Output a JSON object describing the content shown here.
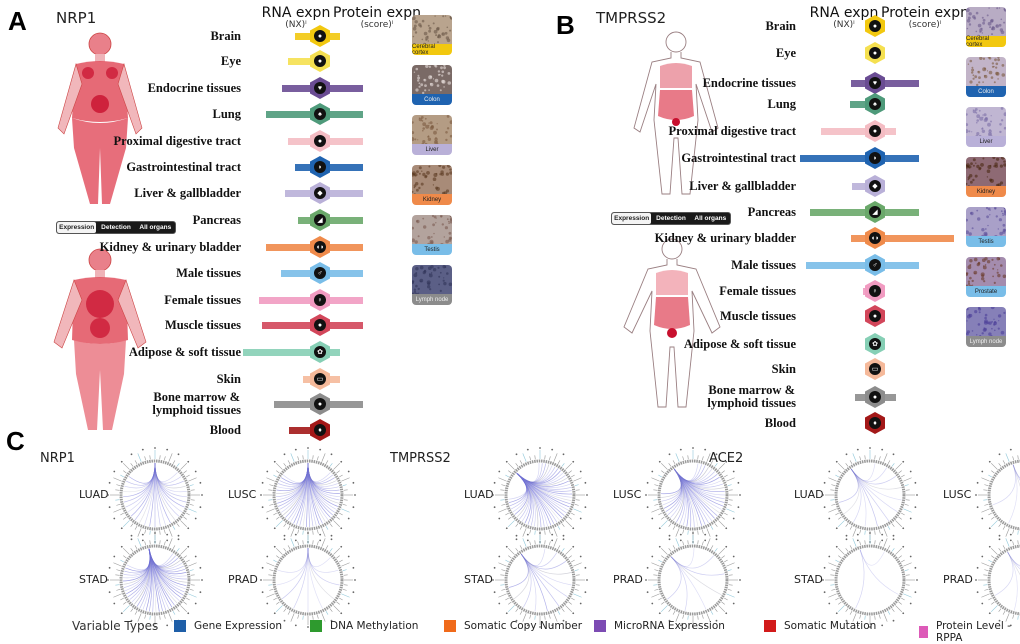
{
  "panels": {
    "A": {
      "letter": "A",
      "gene": "NRP1",
      "rna_header": "RNA expn",
      "rna_sub": "(NX)ⁱ",
      "protein_header": "Protein expn",
      "protein_sub": "(score)ⁱ",
      "toggle": [
        "Expression",
        "Detection",
        "All organs"
      ],
      "toggle_active": 0,
      "tissues": [
        {
          "label": "Brain",
          "color": "#f2c80f",
          "rna": 0.46,
          "protein": 0.47,
          "icon": "brain-icon",
          "glyph": "●"
        },
        {
          "label": "Eye",
          "color": "#f5e050",
          "rna": 0.59,
          "protein": 0,
          "icon": "eye-icon",
          "glyph": "●"
        },
        {
          "label": "Endocrine tissues",
          "color": "#6a4c93",
          "rna": 0.7,
          "protein": 1.0,
          "icon": "thyroid-icon",
          "glyph": "♥"
        },
        {
          "label": "Lung",
          "color": "#4e9a7a",
          "rna": 1.0,
          "protein": 1.0,
          "icon": "lung-icon",
          "glyph": "♠"
        },
        {
          "label": "Proximal digestive tract",
          "color": "#f4bcc3",
          "rna": 0.59,
          "protein": 1.0,
          "icon": "mouth-icon",
          "glyph": "●"
        },
        {
          "label": "Gastrointestinal tract",
          "color": "#1f63b0",
          "rna": 0.46,
          "protein": 1.0,
          "icon": "stomach-icon",
          "glyph": "◗"
        },
        {
          "label": "Liver & gallbladder",
          "color": "#b9b0d8",
          "rna": 0.65,
          "protein": 1.0,
          "icon": "liver-icon",
          "glyph": "◆"
        },
        {
          "label": "Pancreas",
          "color": "#6aa86a",
          "rna": 0.41,
          "protein": 1.0,
          "icon": "pancreas-icon",
          "glyph": "◢"
        },
        {
          "label": "Kidney & urinary bladder",
          "color": "#ef8a4a",
          "rna": 1.0,
          "protein": 1.0,
          "icon": "kidney-icon",
          "glyph": "◖◗"
        },
        {
          "label": "Male tissues",
          "color": "#79bde8",
          "rna": 0.72,
          "protein": 1.0,
          "icon": "male-icon",
          "glyph": "♂"
        },
        {
          "label": "Female tissues",
          "color": "#f19bc1",
          "rna": 1.13,
          "protein": 1.0,
          "icon": "female-icon",
          "glyph": "♀"
        },
        {
          "label": "Muscle tissues",
          "color": "#d2465a",
          "rna": 1.07,
          "protein": 1.0,
          "icon": "muscle-icon",
          "glyph": "●"
        },
        {
          "label": "Adipose & soft tissue",
          "color": "#86cfb5",
          "rna": 1.43,
          "protein": 0.47,
          "icon": "adipose-icon",
          "glyph": "✿"
        },
        {
          "label": "Skin",
          "color": "#f5b99a",
          "rna": 0.31,
          "protein": 0.47,
          "icon": "skin-icon",
          "glyph": "▭"
        },
        {
          "label": "Bone marrow & lymphoid tissues",
          "color": "#8c8c8c",
          "rna": 0.85,
          "protein": 1.0,
          "icon": "bone-marrow-icon",
          "glyph": "●"
        },
        {
          "label": "Blood",
          "color": "#a31818",
          "rna": 0.57,
          "protein": 0,
          "icon": "blood-icon",
          "glyph": "♦"
        }
      ],
      "thumbnails": [
        {
          "caption": "Cerebral cortex",
          "color": "#f2c80f"
        },
        {
          "caption": "Colon",
          "color": "#1f63b0"
        },
        {
          "caption": "Liver",
          "color": "#b9b0d8"
        },
        {
          "caption": "Kidney",
          "color": "#ef8a4a"
        },
        {
          "caption": "Testis",
          "color": "#79bde8"
        },
        {
          "caption": "Lymph node",
          "color": "#8c8c8c"
        }
      ]
    },
    "B": {
      "letter": "B",
      "gene": "TMPRSS2",
      "rna_header": "RNA expn",
      "rna_sub": "(NX)ⁱ",
      "protein_header": "Protein expn",
      "protein_sub": "(score)ⁱ",
      "toggle": [
        "Expression",
        "Detection",
        "All organs"
      ],
      "toggle_active": 0,
      "tissues": [
        {
          "label": "Brain",
          "color": "#f2c80f",
          "rna": 0,
          "protein": 0,
          "icon": "brain-icon",
          "glyph": "●"
        },
        {
          "label": "Eye",
          "color": "#f5e050",
          "rna": 0,
          "protein": 0,
          "icon": "eye-icon",
          "glyph": "●"
        },
        {
          "label": "Endocrine tissues",
          "color": "#6a4c93",
          "rna": 0.32,
          "protein": 1.0,
          "icon": "thyroid-icon",
          "glyph": "♥"
        },
        {
          "label": "Lung",
          "color": "#4e9a7a",
          "rna": 0.33,
          "protein": 0,
          "icon": "lung-icon",
          "glyph": "♠"
        },
        {
          "label": "Proximal digestive tract",
          "color": "#f4bcc3",
          "rna": 0.72,
          "protein": 0.48,
          "icon": "mouth-icon",
          "glyph": "●"
        },
        {
          "label": "Gastrointestinal tract",
          "color": "#1f63b0",
          "rna": 1.0,
          "protein": 1.0,
          "icon": "stomach-icon",
          "glyph": "◗"
        },
        {
          "label": "Liver & gallbladder",
          "color": "#b9b0d8",
          "rna": 0.31,
          "protein": 0,
          "icon": "liver-icon",
          "glyph": "◆"
        },
        {
          "label": "Pancreas",
          "color": "#6aa86a",
          "rna": 0.87,
          "protein": 1.0,
          "icon": "pancreas-icon",
          "glyph": "◢"
        },
        {
          "label": "Kidney & urinary bladder",
          "color": "#ef8a4a",
          "rna": 0.32,
          "protein": 1.8,
          "icon": "kidney-icon",
          "glyph": "◖◗"
        },
        {
          "label": "Male tissues",
          "color": "#79bde8",
          "rna": 0.92,
          "protein": 1.0,
          "icon": "male-icon",
          "glyph": "♂"
        },
        {
          "label": "Female tissues",
          "color": "#f19bc1",
          "rna": 0.16,
          "protein": 0,
          "icon": "female-icon",
          "glyph": "♀"
        },
        {
          "label": "Muscle tissues",
          "color": "#d2465a",
          "rna": 0,
          "protein": 0,
          "icon": "muscle-icon",
          "glyph": "●"
        },
        {
          "label": "Adipose & soft tissue",
          "color": "#86cfb5",
          "rna": 0,
          "protein": 0,
          "icon": "adipose-icon",
          "glyph": "✿"
        },
        {
          "label": "Skin",
          "color": "#f5b99a",
          "rna": 0.09,
          "protein": 0,
          "icon": "skin-icon",
          "glyph": "▭"
        },
        {
          "label": "Bone marrow & lymphoid tissues",
          "color": "#8c8c8c",
          "rna": 0.27,
          "protein": 0.48,
          "icon": "bone-marrow-icon",
          "glyph": "●"
        },
        {
          "label": "Blood",
          "color": "#a31818",
          "rna": 0,
          "protein": 0,
          "icon": "blood-icon",
          "glyph": "♦"
        }
      ],
      "thumbnails": [
        {
          "caption": "Cerebral cortex",
          "color": "#f2c80f"
        },
        {
          "caption": "Colon",
          "color": "#1f63b0"
        },
        {
          "caption": "Liver",
          "color": "#b9b0d8"
        },
        {
          "caption": "Kidney",
          "color": "#ef8a4a"
        },
        {
          "caption": "Testis",
          "color": "#79bde8"
        },
        {
          "caption": "Prostate",
          "color": "#79bde8"
        },
        {
          "caption": "Lymph node",
          "color": "#8c8c8c"
        }
      ]
    },
    "C": {
      "letter": "C",
      "groups": [
        {
          "gene": "NRP1",
          "plots": [
            {
              "label": "LUAD",
              "links": 28,
              "focus": 0.5,
              "intensity": 0.7
            },
            {
              "label": "LUSC",
              "links": 45,
              "focus": 0.5,
              "intensity": 0.85
            },
            {
              "label": "STAD",
              "links": 45,
              "focus": 0.47,
              "intensity": 0.95
            },
            {
              "label": "PRAD",
              "links": 10,
              "focus": 0.5,
              "intensity": 0.4
            }
          ]
        },
        {
          "gene": "TMPRSS2",
          "plots": [
            {
              "label": "LUAD",
              "links": 45,
              "focus": 0.87,
              "intensity": 0.85
            },
            {
              "label": "LUSC",
              "links": 40,
              "focus": 0.9,
              "intensity": 0.85
            },
            {
              "label": "STAD",
              "links": 12,
              "focus": 0.9,
              "intensity": 0.7
            },
            {
              "label": "PRAD",
              "links": 7,
              "focus": 0.88,
              "intensity": 0.5
            }
          ]
        },
        {
          "gene": "ACE2",
          "plots": [
            {
              "label": "LUAD",
              "links": 12,
              "focus": 0.9,
              "intensity": 0.45
            },
            {
              "label": "LUSC",
              "links": 6,
              "focus": 0.95,
              "intensity": 0.4
            },
            {
              "label": "STAD",
              "links": 3,
              "focus": 0.95,
              "intensity": 0.35
            },
            {
              "label": "PRAD",
              "links": 6,
              "focus": 0.92,
              "intensity": 0.4
            }
          ]
        }
      ],
      "legend": {
        "title": "Variable Types",
        "items": [
          {
            "label": "Gene Expression",
            "color": "#1f5fa8"
          },
          {
            "label": "DNA Methylation",
            "color": "#2e9a2e"
          },
          {
            "label": "Somatic Copy Number",
            "color": "#f06a1a"
          },
          {
            "label": "MicroRNA Expression",
            "color": "#7c4bb3"
          },
          {
            "label": "Somatic Mutation",
            "color": "#d21a1a"
          },
          {
            "label": "Protein Level - RPPA",
            "color": "#dd5ab8"
          }
        ]
      }
    }
  }
}
